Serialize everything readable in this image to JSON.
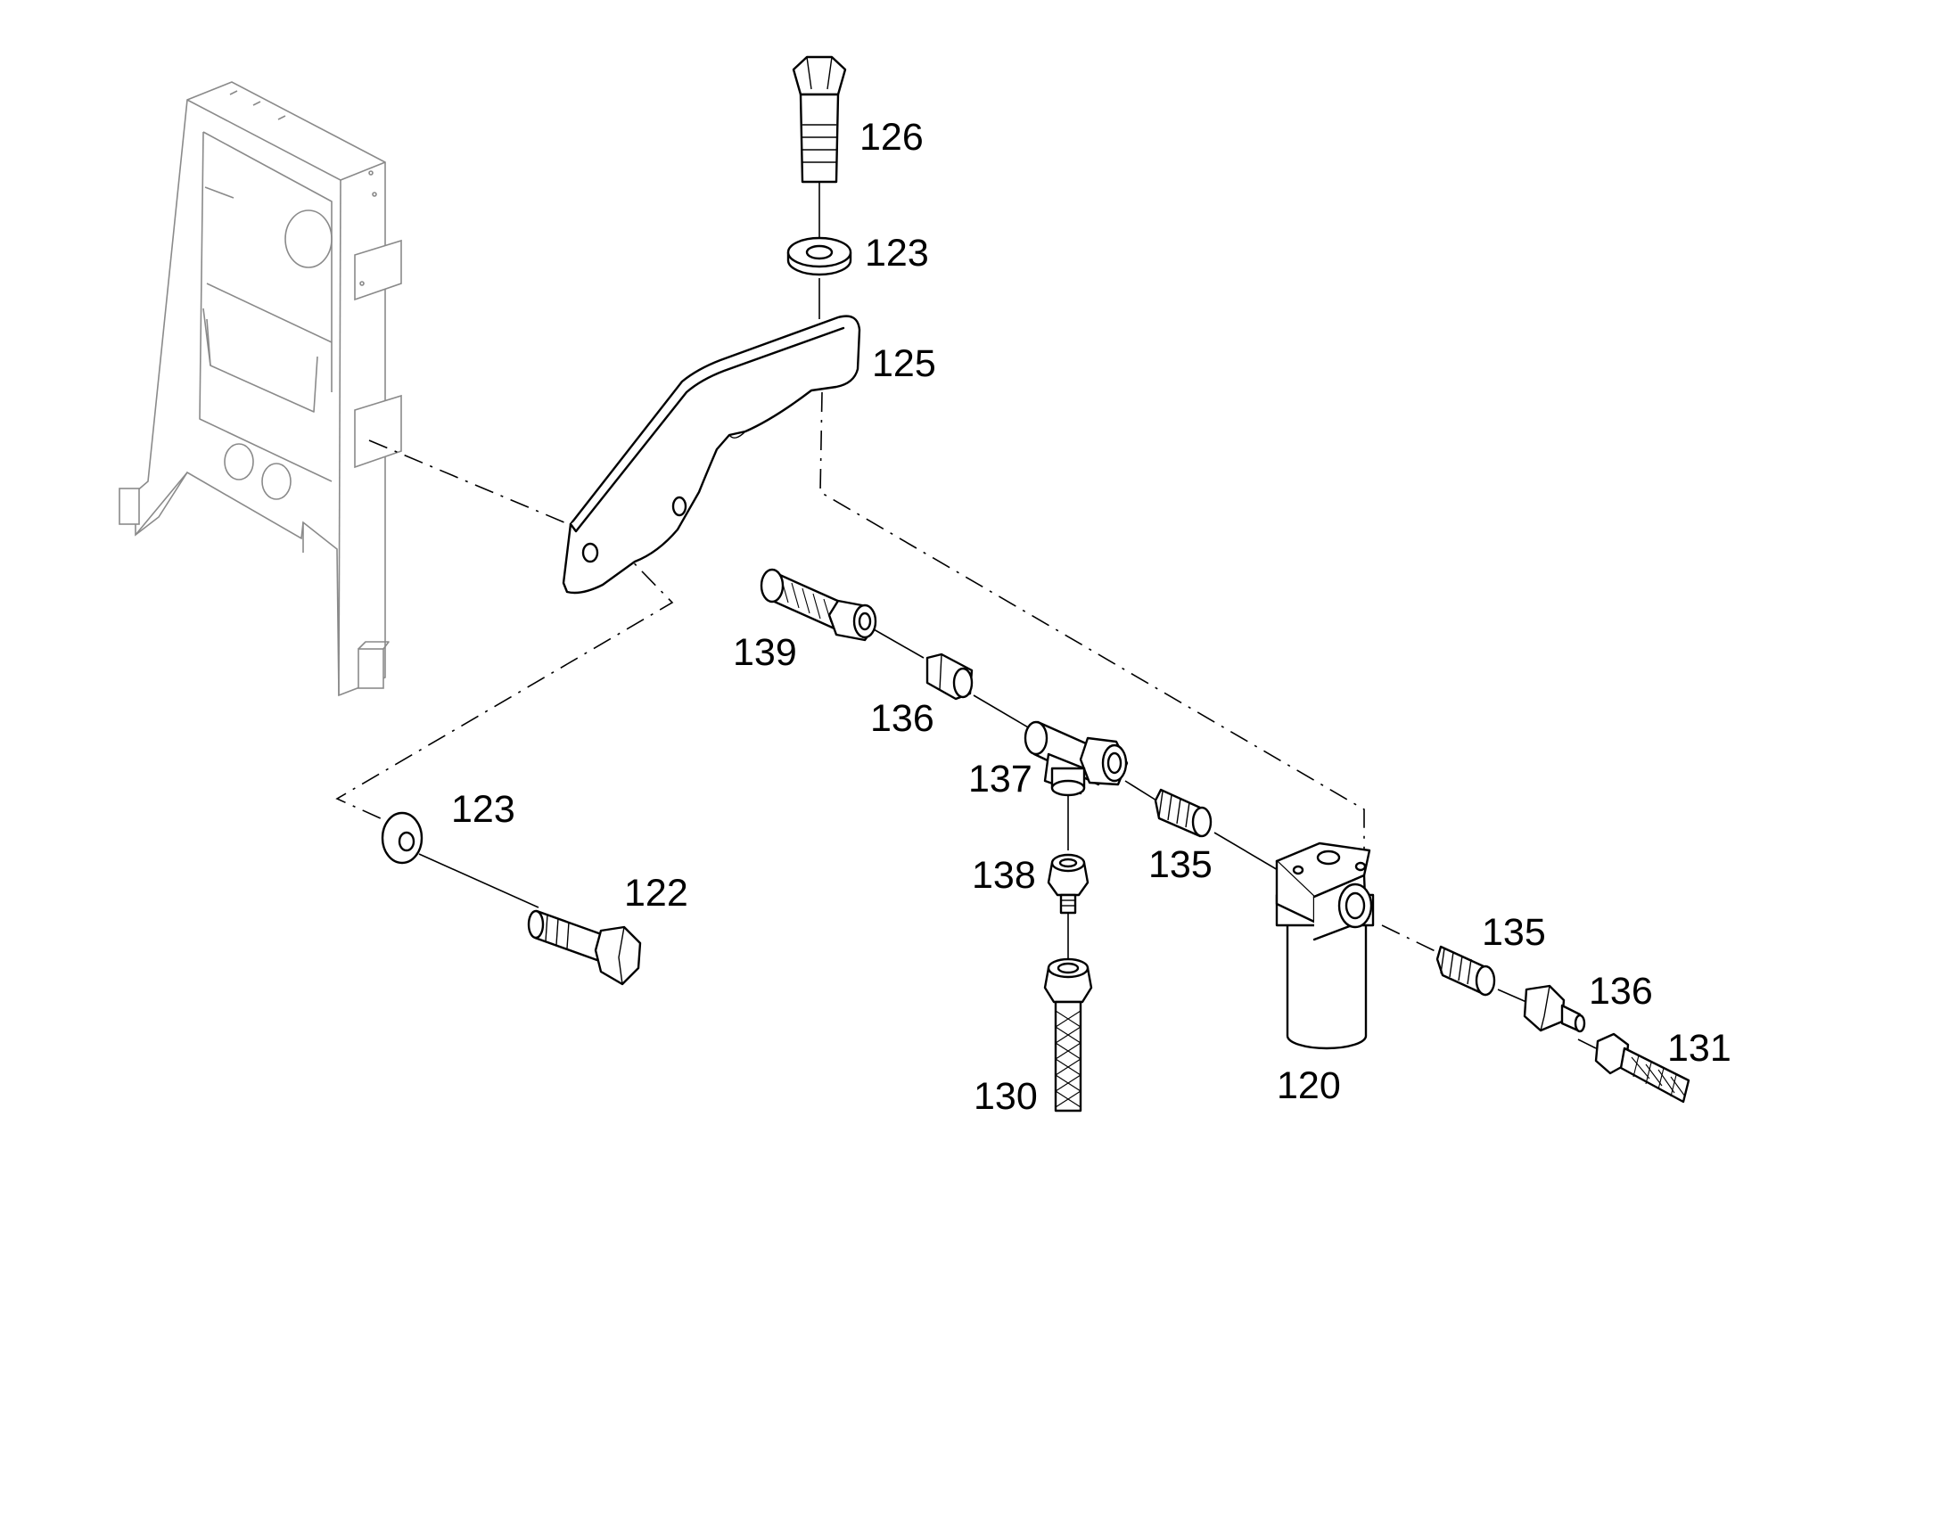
{
  "labels": {
    "p126": "126",
    "p123_top": "123",
    "p125": "125",
    "p139": "139",
    "p136_left": "136",
    "p137": "137",
    "p138": "138",
    "p135_left": "135",
    "p123_bottom": "123",
    "p122": "122",
    "p130": "130",
    "p120": "120",
    "p135_right": "135",
    "p136_right": "136",
    "p131": "131"
  }
}
